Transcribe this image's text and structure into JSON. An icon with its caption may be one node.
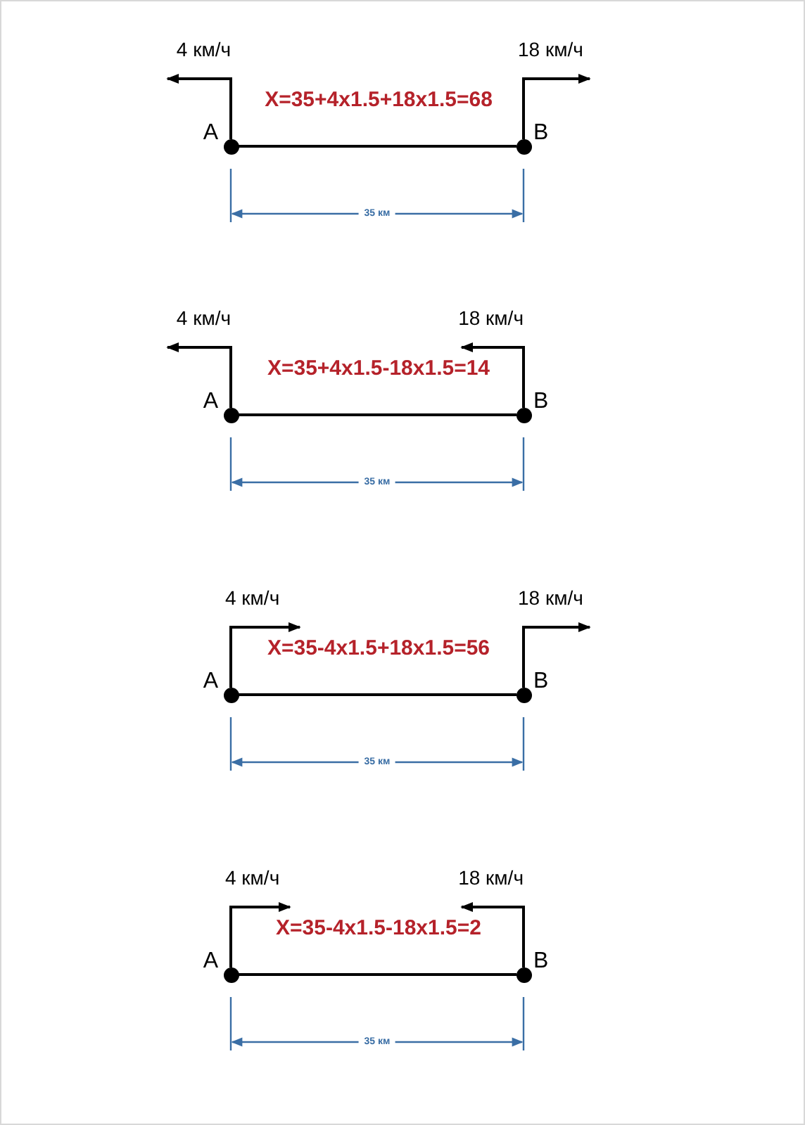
{
  "diagram": {
    "nodes": [
      {
        "text": [],
        "shape": "circle",
        "beside": [
          "A"
        ]
      },
      {
        "text": [],
        "shape": "circle",
        "beside": [
          "B"
        ]
      },
      {
        "text": [],
        "shape": "circle",
        "beside": [
          "A"
        ]
      },
      {
        "text": [],
        "shape": "circle",
        "beside": [
          "B"
        ]
      },
      {
        "text": [],
        "shape": "circle",
        "beside": [
          "A"
        ]
      },
      {
        "text": [],
        "shape": "circle",
        "beside": [
          "B"
        ]
      },
      {
        "text": [],
        "shape": "circle",
        "beside": [
          "A"
        ]
      },
      {
        "text": [],
        "shape": "circle",
        "beside": [
          "B"
        ]
      }
    ],
    "edges": [
      {
        "from": 0,
        "to": 1,
        "arrow": "none"
      },
      {
        "from": 2,
        "to": 3,
        "arrow": "none"
      },
      {
        "from": 4,
        "to": 5,
        "arrow": "none"
      },
      {
        "from": 6,
        "to": 7,
        "arrow": "none"
      }
    ],
    "labels": [
      "4 км/ч",
      "18 км/ч",
      "X=35+4x1.5+18x1.5=68",
      "35 км",
      "4 км/ч",
      "18 км/ч",
      "X=35+4x1.5-18x1.5=14",
      "35 км",
      "4 км/ч",
      "18 км/ч",
      "X=35-4x1.5+18x1.5=56",
      "35 км",
      "4 км/ч",
      "18 км/ч",
      "X=35-4x1.5-18x1.5=2",
      "35 км"
    ]
  }
}
